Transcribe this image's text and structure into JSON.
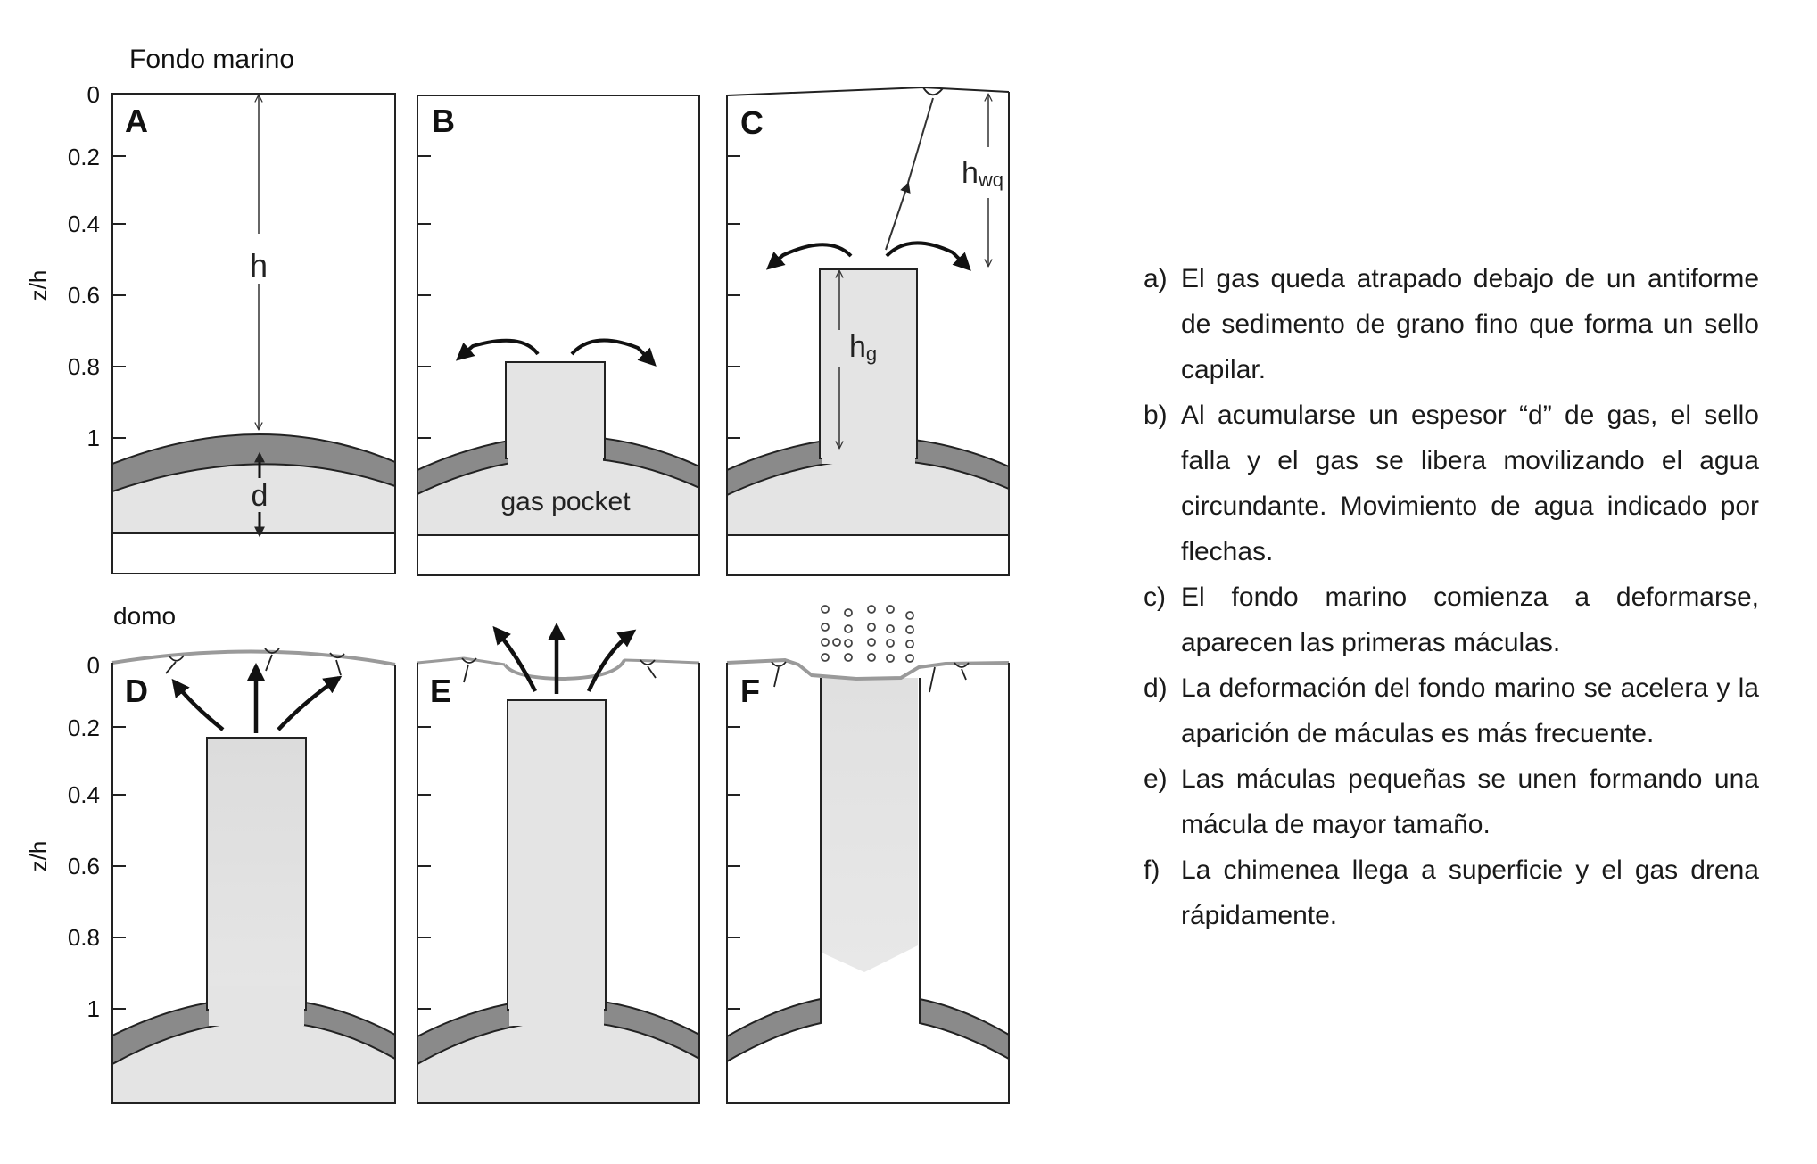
{
  "figure": {
    "top_title": "Fondo marino",
    "bottom_title": "domo",
    "axis_label": "z/h",
    "ticks": [
      "0",
      "0.2",
      "0.4",
      "0.6",
      "0.8",
      "1"
    ],
    "panels": {
      "A": {
        "letter": "A",
        "h_label": "h",
        "d_label": "d"
      },
      "B": {
        "letter": "B",
        "pocket_label": "gas pocket"
      },
      "C": {
        "letter": "C",
        "hwq_main": "h",
        "hwq_sub": "wq",
        "hg_main": "h",
        "hg_sub": "g"
      },
      "D": {
        "letter": "D"
      },
      "E": {
        "letter": "E"
      },
      "F": {
        "letter": "F"
      }
    }
  },
  "captions": [
    {
      "label": "a)",
      "text": "El gas queda atrapado debajo de un antiforme de sedimento de grano fino que forma un sello capilar."
    },
    {
      "label": "b)",
      "text": "Al acumularse un espesor “d” de gas, el sello falla y el gas se libera movilizando el agua circundante. Movimiento de agua indicado por flechas."
    },
    {
      "label": "c)",
      "text": "El fondo marino comienza a deformarse, aparecen las primeras máculas."
    },
    {
      "label": "d)",
      "text": "La deformación del fondo marino se acelera y la aparición de máculas es más frecuente."
    },
    {
      "label": "e)",
      "text": "Las máculas pequeñas se unen formando una mácula de mayor tamaño."
    },
    {
      "label": "f)",
      "text": "La chimenea llega a superficie y el gas drena rápidamente."
    }
  ],
  "colors": {
    "gas": "#e4e4e4",
    "seal": "#8a8a8a",
    "line": "#222222"
  }
}
